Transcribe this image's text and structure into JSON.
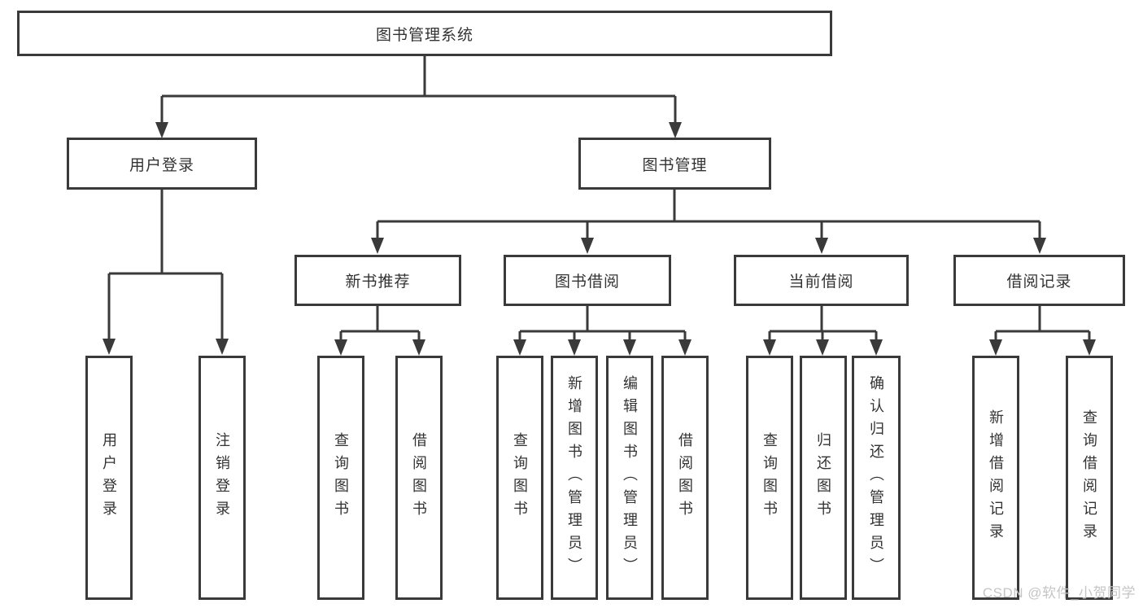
{
  "diagram": {
    "root": {
      "label": "图书管理系统"
    },
    "user_login": {
      "label": "用户登录",
      "children": [
        "用户登录",
        "注销登录"
      ]
    },
    "book_mgmt": {
      "label": "图书管理",
      "sections": [
        {
          "label": "新书推荐",
          "children": [
            "查询图书",
            "借阅图书"
          ]
        },
        {
          "label": "图书借阅",
          "children": [
            "查询图书",
            "新增图书（管理员）",
            "编辑图书（管理员）",
            "借阅图书"
          ]
        },
        {
          "label": "当前借阅",
          "children": [
            "查询图书",
            "归还图书",
            "确认归还（管理员）"
          ]
        },
        {
          "label": "借阅记录",
          "children": [
            "新增借阅记录",
            "查询借阅记录"
          ]
        }
      ]
    }
  },
  "watermark": {
    "text": "CSDN @软件_小贺同学"
  },
  "colors": {
    "line": "#3a3a3a",
    "text": "#333333",
    "watermark": "#c5c5c5",
    "background": "#ffffff"
  }
}
